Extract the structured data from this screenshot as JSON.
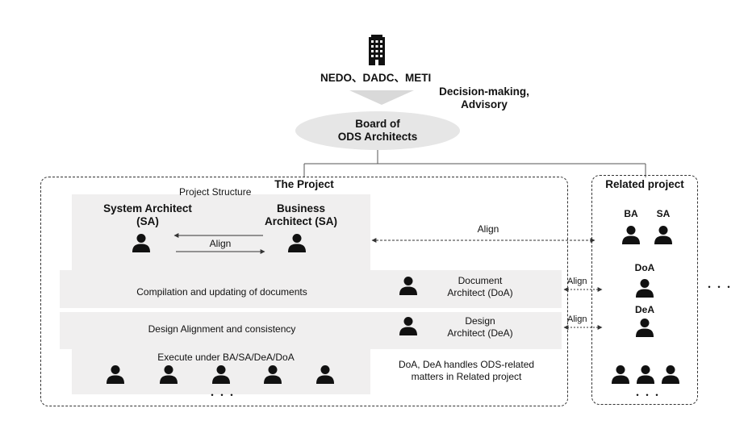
{
  "top": {
    "organizations": "NEDO、DADC、METI",
    "role_line1": "Decision-making,",
    "role_line2": "Advisory",
    "building_icon": "office-building-icon"
  },
  "board": {
    "line1": "Board of",
    "line2": "ODS Architects"
  },
  "project": {
    "title": "The Project",
    "structure_label": "Project Structure",
    "system_architect_line1": "System Architect",
    "system_architect_line2": "(SA)",
    "business_architect_line1": "Business",
    "business_architect_line2": "Architect (SA)",
    "align_inner": "Align",
    "align_related": "Align",
    "row_documents": "Compilation and updating of documents",
    "doc_architect_line1": "Document",
    "doc_architect_line2": "Architect (DoA)",
    "row_design": "Design Alignment and consistency",
    "design_architect_line1": "Design",
    "design_architect_line2": "Architect (DeA)",
    "execute_label": "Execute under BA/SA/DeA/DoA",
    "execute_ellipsis": "・・・",
    "note_line1": "DoA, DeA handles ODS-related",
    "note_line2": "matters in Related project"
  },
  "related": {
    "title": "Related project",
    "ba": "BA",
    "sa": "SA",
    "doa": "DoA",
    "dea": "DeA",
    "align_doa": "Align",
    "align_dea": "Align",
    "bottom_ellipsis": "・・・",
    "side_ellipsis": "・・・"
  },
  "colors": {
    "band": "#f0efef",
    "arrow_fill": "#d9d9d9",
    "board_fill": "#e6e6e6",
    "line": "#555555",
    "icon": "#111111"
  }
}
